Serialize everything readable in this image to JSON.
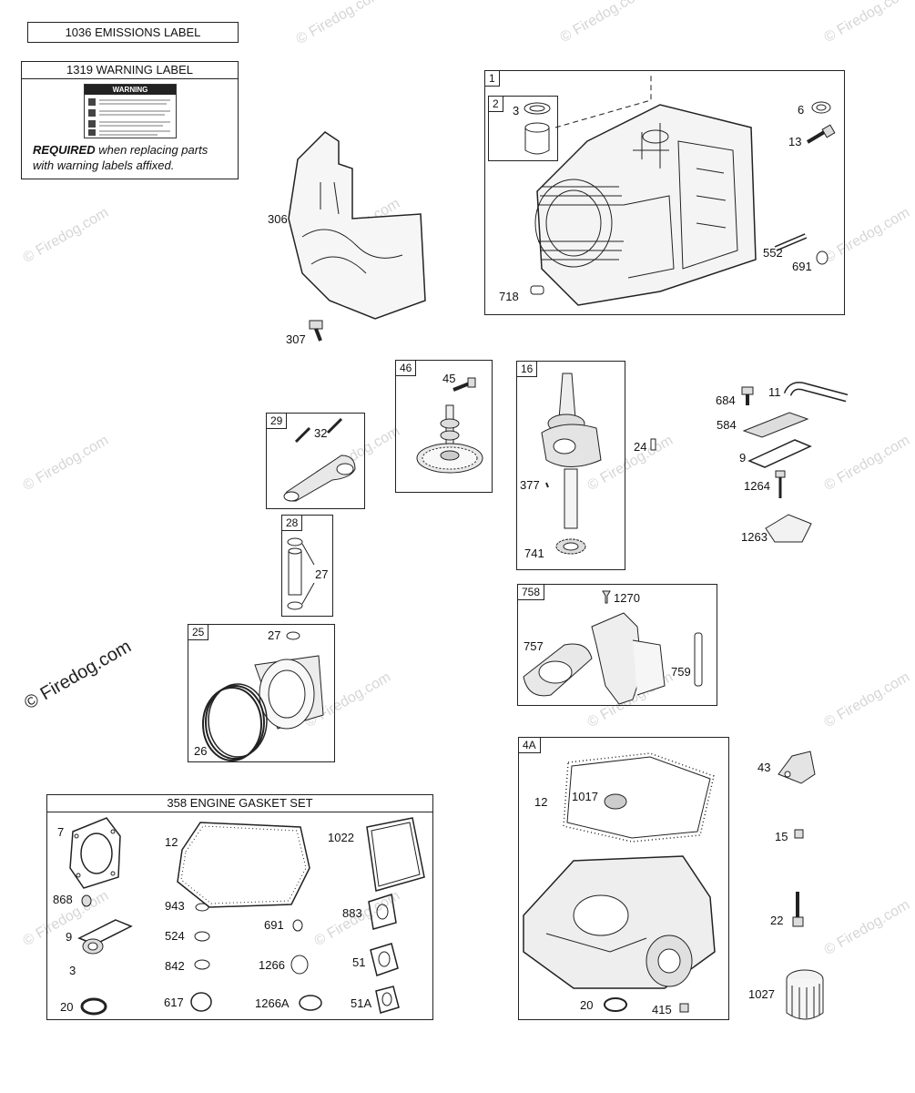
{
  "emissions_label": "1036 EMISSIONS LABEL",
  "warning_label": {
    "title": "1319 WARNING LABEL",
    "sticker_heading": "WARNING",
    "required_bold": "REQUIRED",
    "required_rest": " when replacing parts",
    "required_line2": "with warning labels affixed."
  },
  "gasket_set_title": "358 ENGINE GASKET SET",
  "watermark": "© Firedog.com",
  "group_tags": {
    "g1": "1",
    "g2": "2",
    "g46": "46",
    "g16": "16",
    "g29": "29",
    "g28": "28",
    "g25": "25",
    "g758": "758",
    "g4a": "4A"
  },
  "callouts": {
    "c3a": "3",
    "c6": "6",
    "c13": "13",
    "c552": "552",
    "c691a": "691",
    "c718": "718",
    "c306": "306",
    "c307": "307",
    "c45": "45",
    "c32": "32",
    "c24": "24",
    "c377": "377",
    "c741": "741",
    "c684": "684",
    "c11": "11",
    "c584": "584",
    "c9a": "9",
    "c1264": "1264",
    "c1263": "1263",
    "c27a": "27",
    "c27b": "27",
    "c26": "26",
    "c1270": "1270",
    "c757": "757",
    "c759": "759",
    "c12a": "12",
    "c1017": "1017",
    "c20a": "20",
    "c415": "415",
    "c43": "43",
    "c15": "15",
    "c22": "22",
    "c1027": "1027",
    "c7": "7",
    "c12b": "12",
    "c1022": "1022",
    "c868": "868",
    "c943": "943",
    "c883": "883",
    "c524": "524",
    "c691b": "691",
    "c9b": "9",
    "c3b": "3",
    "c842": "842",
    "c1266": "1266",
    "c51": "51",
    "c20b": "20",
    "c617": "617",
    "c1266a": "1266A",
    "c51a": "51A"
  }
}
